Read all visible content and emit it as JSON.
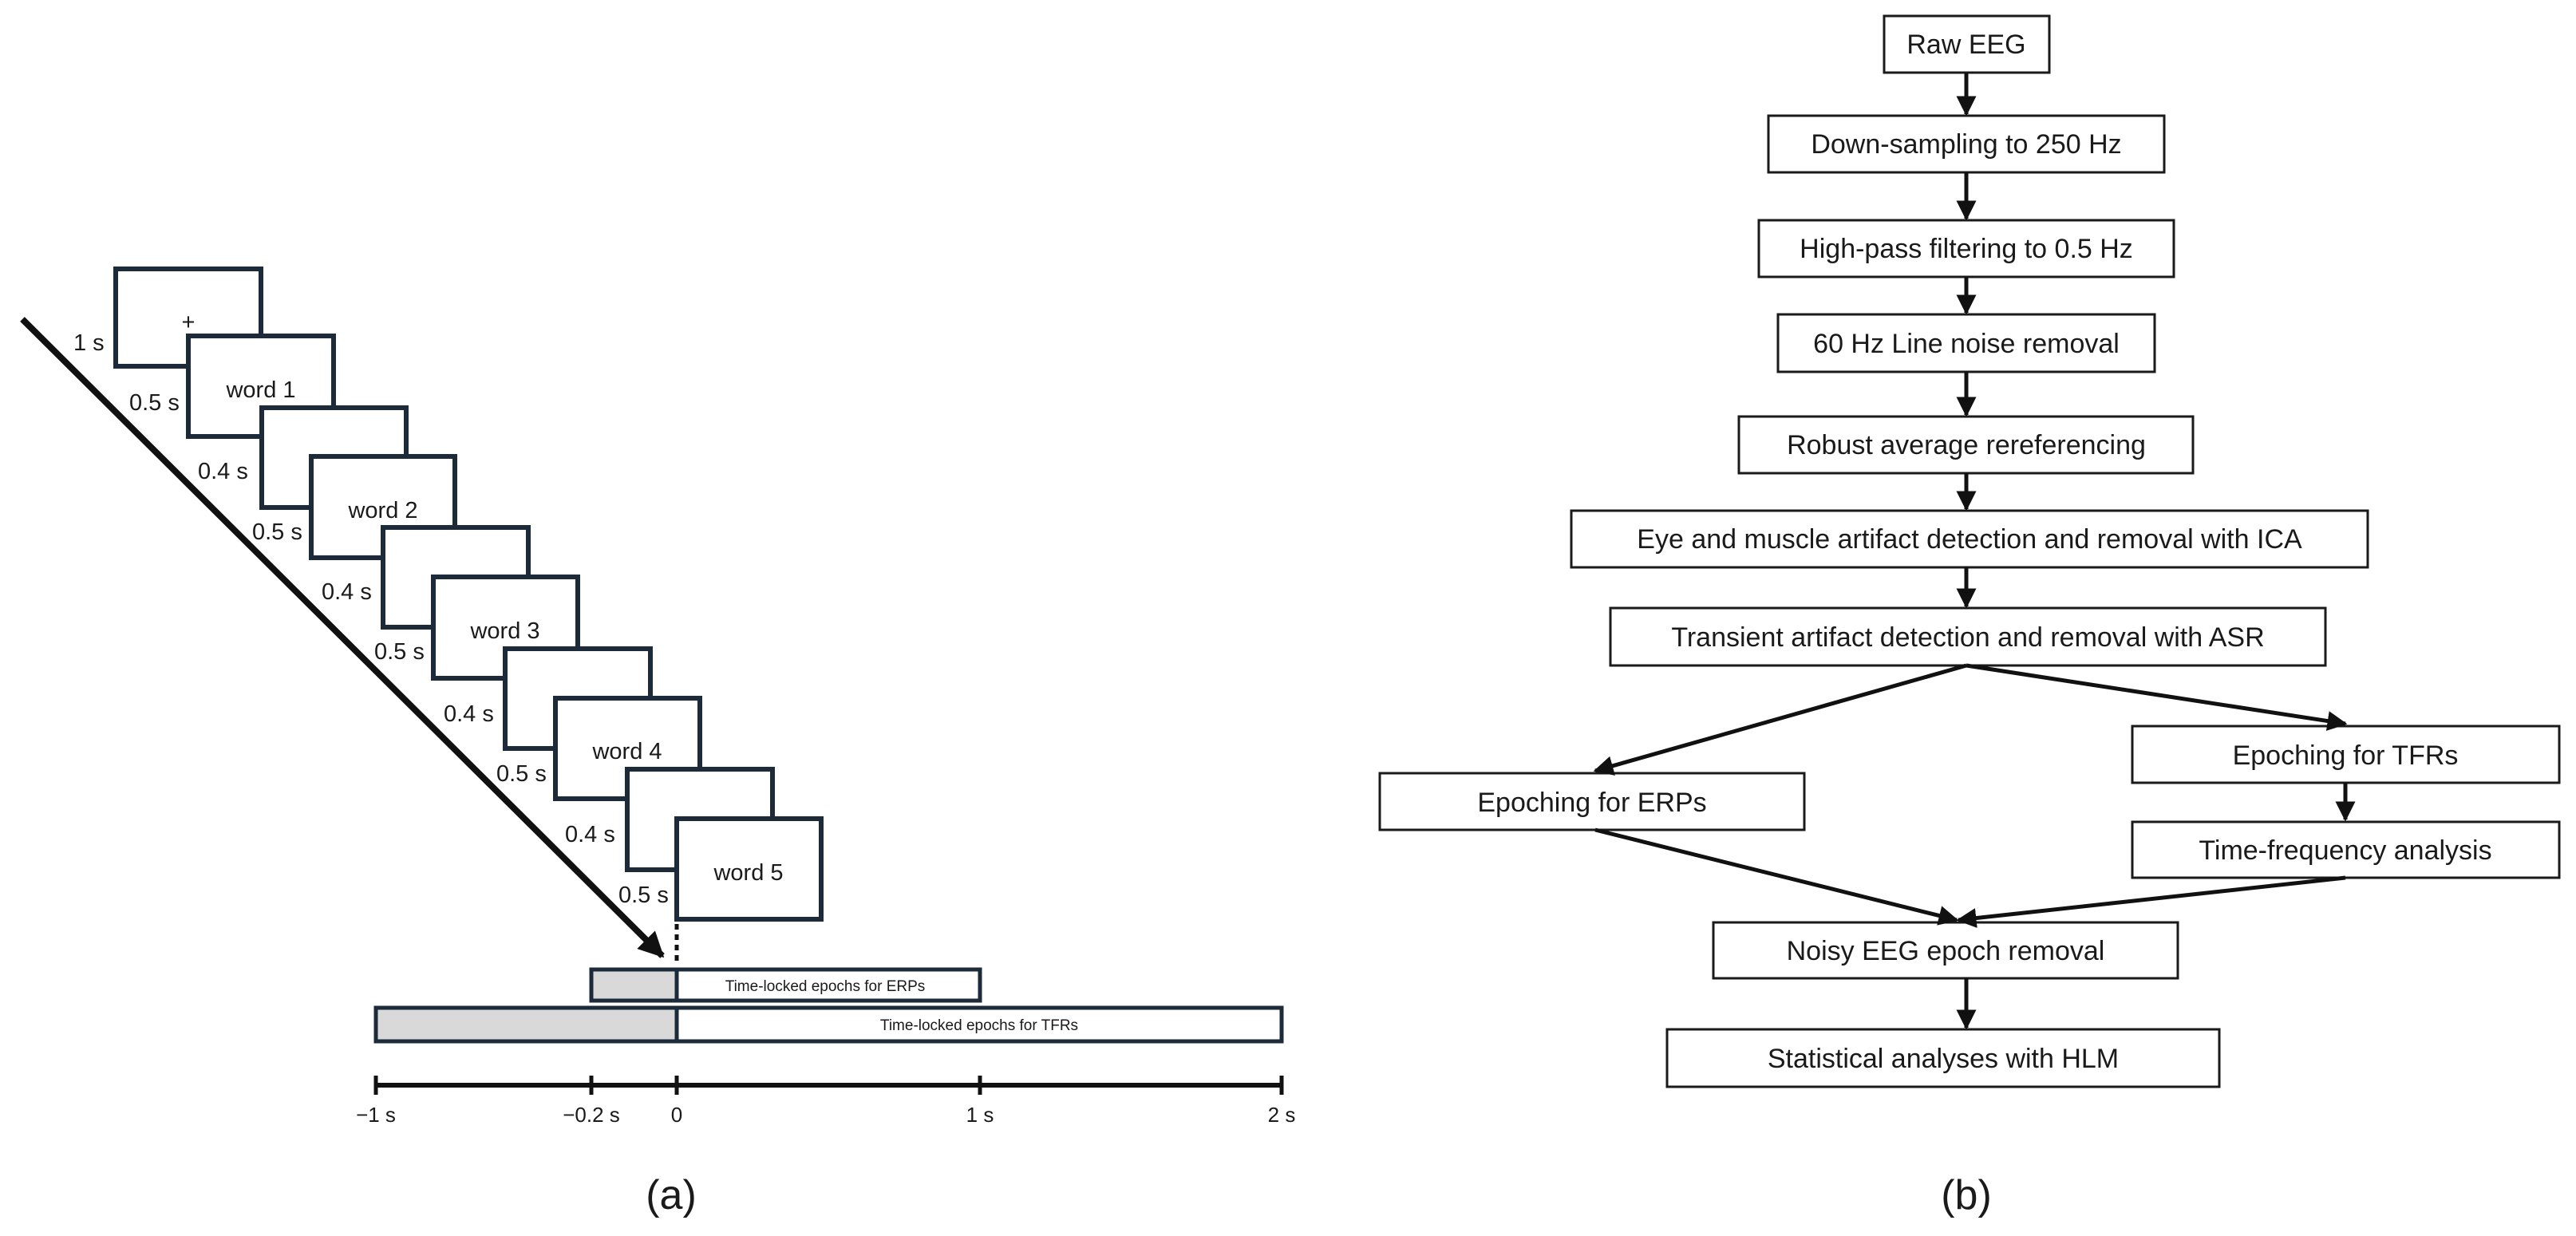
{
  "panel_a": {
    "caption": "(a)",
    "fixation": "+",
    "stimuli": [
      {
        "kind": "fixation",
        "text": "",
        "duration": "1 s"
      },
      {
        "kind": "word",
        "text": "word 1",
        "duration": "0.5 s"
      },
      {
        "kind": "blank",
        "text": "",
        "duration": "0.4 s"
      },
      {
        "kind": "word",
        "text": "word 2",
        "duration": "0.5 s"
      },
      {
        "kind": "blank",
        "text": "",
        "duration": "0.4 s"
      },
      {
        "kind": "word",
        "text": "word 3",
        "duration": "0.5 s"
      },
      {
        "kind": "blank",
        "text": "",
        "duration": "0.4 s"
      },
      {
        "kind": "word",
        "text": "word 4",
        "duration": "0.5 s"
      },
      {
        "kind": "blank",
        "text": "",
        "duration": "0.4 s"
      },
      {
        "kind": "word",
        "text": "word 5",
        "duration": "0.5 s"
      }
    ],
    "epochs": [
      {
        "label": "Time-locked epochs for ERPs",
        "start": -0.2,
        "end": 1
      },
      {
        "label": "Time-locked epochs for TFRs",
        "start": -1,
        "end": 2
      }
    ],
    "timeline": {
      "ticks": [
        {
          "value": -1,
          "label": "−1 s"
        },
        {
          "value": -0.2,
          "label": "−0.2 s"
        },
        {
          "value": 0,
          "label": "0"
        },
        {
          "value": 1,
          "label": "1 s"
        },
        {
          "value": 2,
          "label": "2 s"
        }
      ]
    }
  },
  "panel_b": {
    "caption": "(b)",
    "steps": {
      "raw": "Raw EEG",
      "downsample": "Down-sampling to 250 Hz",
      "highpass": "High-pass filtering to 0.5 Hz",
      "linenoise": "60 Hz Line noise removal",
      "reref": "Robust average rereferencing",
      "ica": "Eye and muscle artifact detection and removal with ICA",
      "asr": "Transient artifact detection and removal with ASR",
      "epoch_erp": "Epoching for ERPs",
      "epoch_tfr": "Epoching for TFRs",
      "tfa": "Time-frequency analysis",
      "noisy": "Noisy EEG epoch removal",
      "hlm": "Statistical analyses with HLM"
    }
  }
}
